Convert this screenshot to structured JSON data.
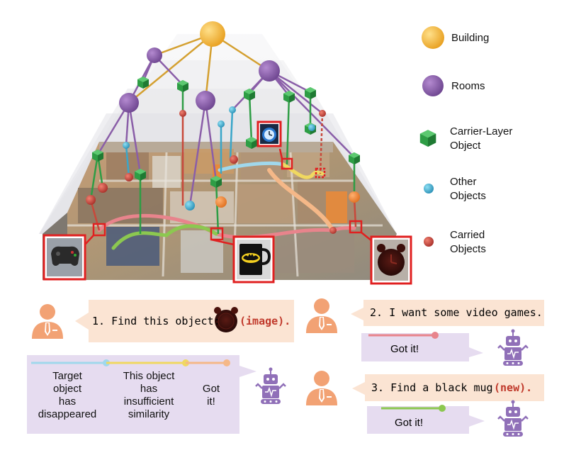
{
  "legend": {
    "building": "Building",
    "rooms": "Rooms",
    "carrier_line1": "Carrier-Layer",
    "carrier_line2": "Object",
    "other_line1": "Other",
    "other_line2": "Objects",
    "carried_line1": "Carried",
    "carried_line2": "Objects"
  },
  "dialog": {
    "q1_prefix": "1. Find this object:",
    "q1_suffix": "(image).",
    "q2": "2. I want some video games.",
    "q3_prefix": "3. Find a black mug",
    "q3_suffix": "(new).",
    "reply2": "Got it!",
    "reply3": "Got it!",
    "reply1": {
      "col1": "Target\nobject\nhas\ndisappeared",
      "col2": "This object\nhas\ninsufficient\nsimilarity",
      "col3": "Got\nit!"
    }
  },
  "colors": {
    "building": "#f2b134",
    "room": "#8a5ea8",
    "carrier": "#2e9d45",
    "other": "#3aa6c9",
    "carried": "#c8483a",
    "highlight": "#e02020",
    "path_pink": "#e8848c",
    "path_green": "#8cc850",
    "path_yellow": "#f0d860",
    "path_blue": "#a0d8ec",
    "path_orange": "#f5b888",
    "user_bubble": "#fbe4d3",
    "robot_bubble": "#e6dcf0",
    "person_icon": "#f2a274",
    "robot_icon": "#9070b8"
  },
  "icons": [
    "building-node",
    "room-node",
    "carrier-cube-icon",
    "other-object-dot",
    "carried-object-dot",
    "person-icon",
    "robot-icon",
    "alarm-clock-thumbnail",
    "game-controller-thumbnail",
    "batman-mug-thumbnail",
    "blue-alarm-clock-thumbnail"
  ]
}
